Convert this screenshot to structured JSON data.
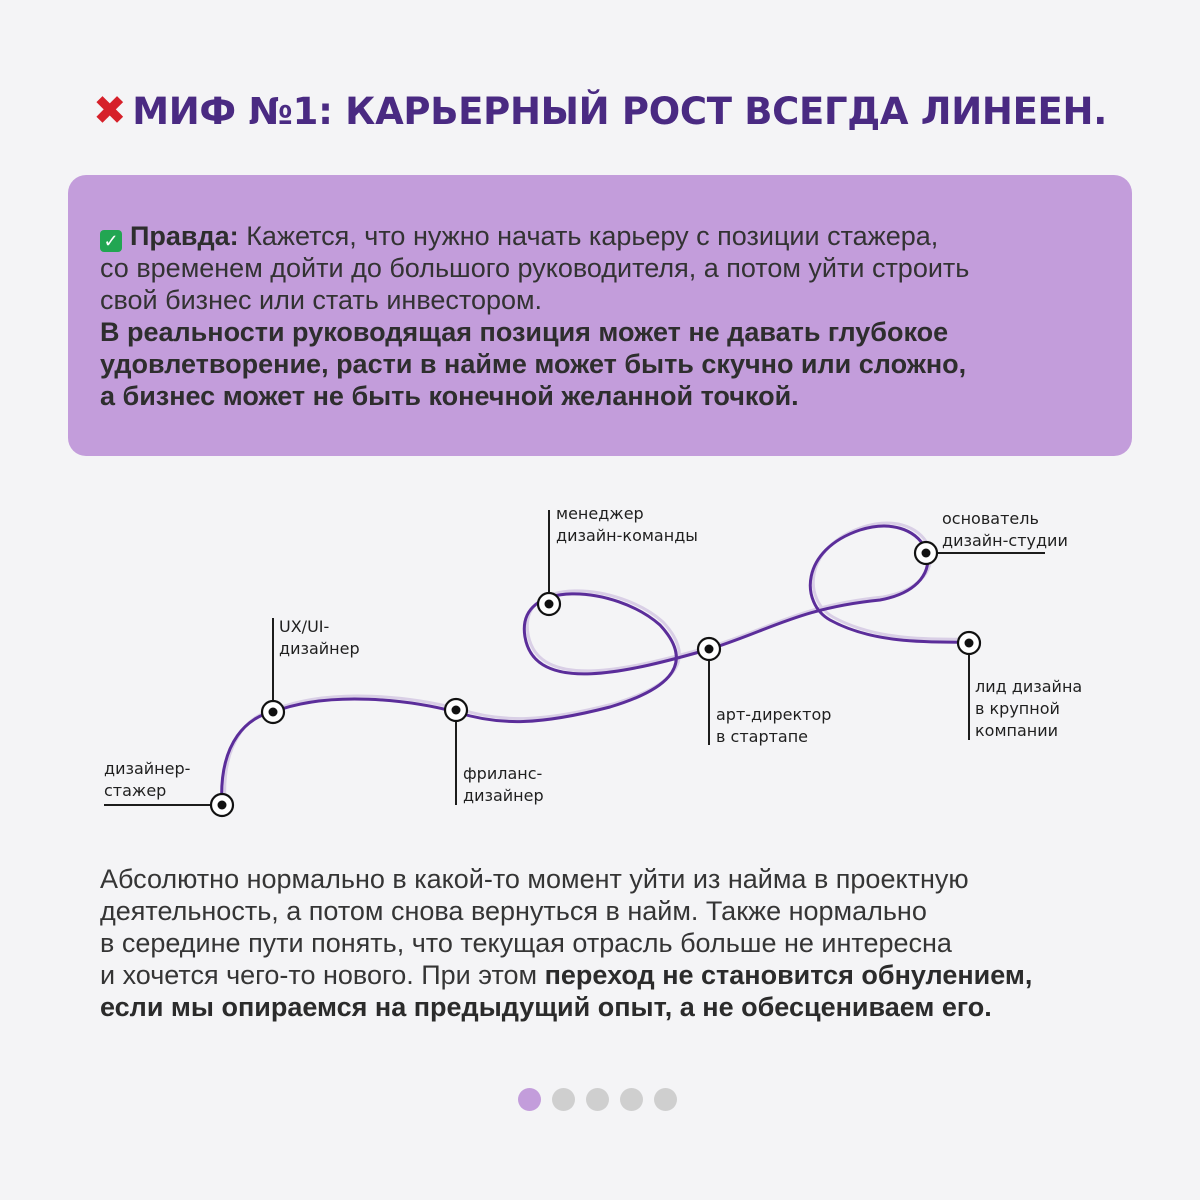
{
  "title": {
    "icon": "cross-mark-icon",
    "text": "МИФ №1: КАРЬЕРНЫЙ РОСТ ВСЕГДА ЛИНЕЕН."
  },
  "truth": {
    "icon": "check-mark-icon",
    "label": "Правда:",
    "line1": "Кажется, что нужно начать карьеру с позиции стажера,",
    "line2": "со временем дойти до большого руководителя, а потом уйти строить",
    "line3": "свой бизнес или стать инвестором.",
    "bold1": "В реальности руководящая позиция может не давать глубокое",
    "bold2": "удовлетворение, расти в найме может быть скучно или сложно,",
    "bold3": "а бизнес может не быть конечной желанной точкой."
  },
  "path_diagram": {
    "nodes": [
      {
        "line1": "дизайнер-",
        "line2": "стажер"
      },
      {
        "line1": "UX/UI-",
        "line2": "дизайнер"
      },
      {
        "line1": "фриланс-",
        "line2": "дизайнер"
      },
      {
        "line1": "менеджер",
        "line2": "дизайн-команды"
      },
      {
        "line1": "арт-директор",
        "line2": "в стартапе"
      },
      {
        "line1": "основатель",
        "line2": "дизайн-студии"
      },
      {
        "line1": "лид дизайна",
        "line2": "в крупной",
        "line3": "компании"
      }
    ]
  },
  "body": {
    "line1": "Абсолютно нормально в какой-то момент уйти из найма в проектную",
    "line2": "деятельность, а потом снова вернуться в найм. Также нормально",
    "line3": "в середине пути понять, что текущая отрасль больше не интересна",
    "line4a": "и хочется чего-то нового. При этом ",
    "line4b": "переход не становится обнулением,",
    "line5": "если мы опираемся на предыдущий опыт, а не обесцениваем его."
  },
  "pagination": {
    "total": 5,
    "active": 1
  },
  "colors": {
    "accent": "#4a2a82",
    "box": "#c39ddb",
    "path": "#5b2d9a"
  }
}
